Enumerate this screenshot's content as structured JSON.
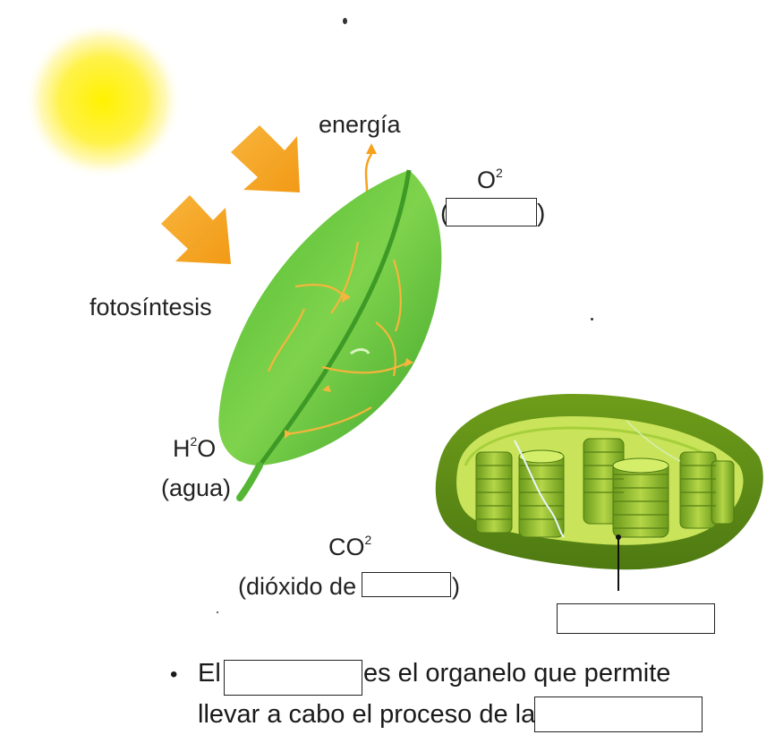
{
  "labels": {
    "energy": "energía",
    "o2": "O",
    "o2_sup": "2",
    "o2_paren_open": "(",
    "o2_paren_close": ")",
    "photosynthesis": "fotosíntesis",
    "h2o_base": "H",
    "h2o_sup": "2",
    "h2o_tail": "O",
    "h2o_name": "(agua)",
    "co2": "CO",
    "co2_sup": "2",
    "co2_name_prefix": "(dióxido de",
    "co2_name_suffix": ")"
  },
  "statement": {
    "bullet": "•",
    "line1_start": "El",
    "line1_end": "es el organelo que permite",
    "line2_start": "llevar a cabo el proceso de la"
  },
  "colors": {
    "sun": "#fff23a",
    "arrow": "#f5a623",
    "leaf": "#5cc23a",
    "leaf_dark": "#2f8f1f",
    "leaf_vein": "#f6b53c",
    "chloroplast_outer": "#7fae23",
    "chloroplast_inner": "#c9e45a",
    "grana": "#8dbb2c"
  }
}
